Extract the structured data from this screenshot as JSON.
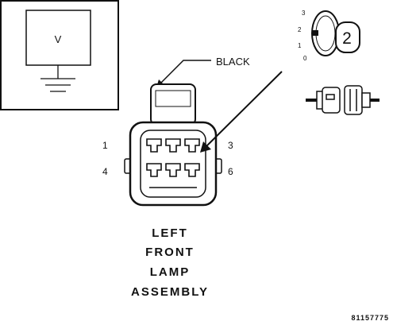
{
  "meter": {
    "label": "V"
  },
  "connector": {
    "wire_label": "BLACK",
    "pins": {
      "top_left": "1",
      "top_right": "3",
      "bottom_left": "4",
      "bottom_right": "6"
    }
  },
  "switch_icon": {
    "positions": [
      "3",
      "2",
      "1",
      "0"
    ],
    "selected": "2"
  },
  "assembly": {
    "line1": "LEFT",
    "line2": "FRONT",
    "line3": "LAMP",
    "line4": "ASSEMBLY"
  },
  "figure_id": "81157775"
}
